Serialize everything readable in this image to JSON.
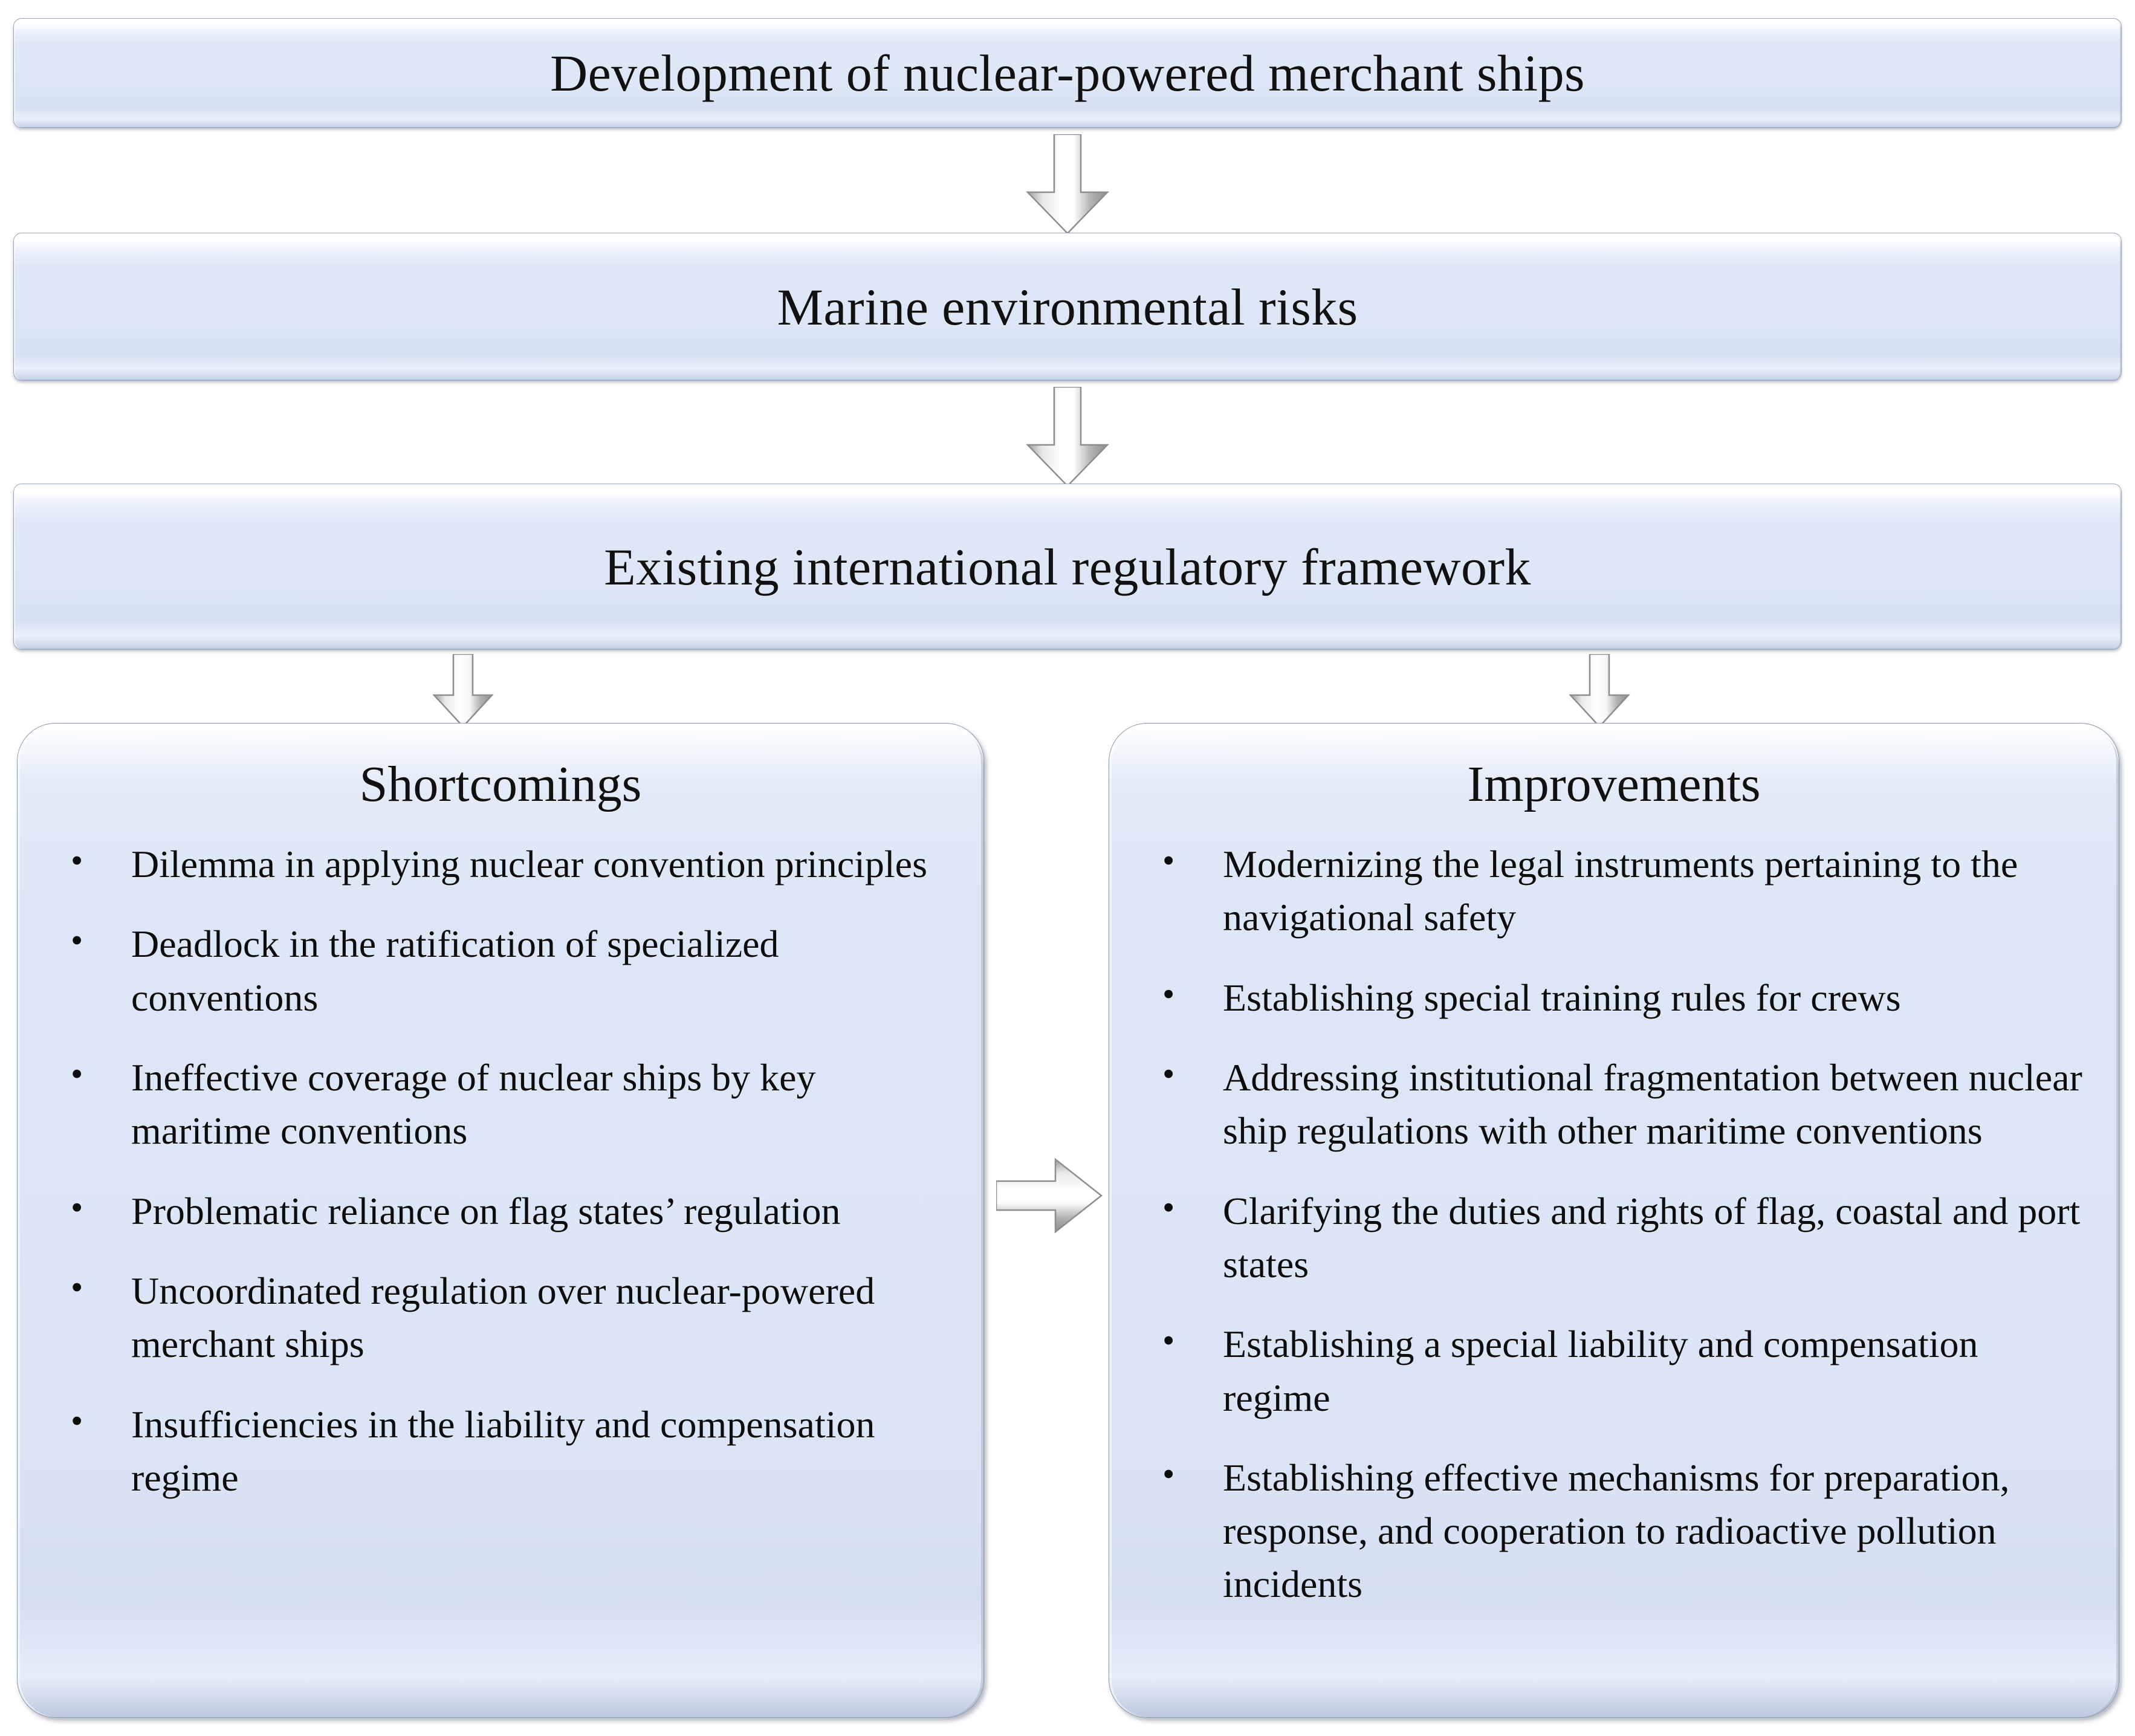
{
  "diagram": {
    "title": "Development of nuclear-powered merchant ships",
    "nodes": {
      "node_1": "Development of nuclear-powered merchant ships",
      "node_2": "Marine environmental risks",
      "node_3": "Existing international regulatory framework"
    },
    "panels": {
      "left": {
        "title": "Shortcomings",
        "bullets": [
          "Dilemma in applying nuclear convention principles",
          "Deadlock in the ratification of specialized conventions",
          "Ineffective coverage of nuclear ships by key maritime conventions",
          "Problematic reliance on flag states’ regulation",
          "Uncoordinated regulation over nuclear-powered merchant ships",
          "Insufficiencies in the liability and compensation regime"
        ]
      },
      "right": {
        "title": "Improvements",
        "bullets": [
          "Modernizing the legal instruments pertaining to the navigational safety",
          "Establishing special training rules for crews",
          "Addressing institutional fragmentation between nuclear ship regulations with other maritime conventions",
          "Clarifying the duties and rights of flag, coastal and port states",
          "Establishing a special liability and compensation regime",
          "Establishing effective mechanisms for preparation, response, and cooperation to radioactive pollution incidents"
        ]
      }
    },
    "connectors": [
      {
        "name": "node1-to-node2",
        "direction": "down"
      },
      {
        "name": "node2-to-node3",
        "direction": "down"
      },
      {
        "name": "node3-to-shortcomings",
        "direction": "down"
      },
      {
        "name": "node3-to-improvements",
        "direction": "down"
      },
      {
        "name": "shortcomings-to-improvements",
        "direction": "right"
      }
    ],
    "colors": {
      "box_fill": "#dce6f6",
      "box_highlight": "#ffffff",
      "box_border": "#9aa7ba",
      "text": "#111111",
      "arrow_fill": "#f3f3f3",
      "arrow_shade": "#9b9b9b",
      "background": "#ffffff"
    }
  }
}
